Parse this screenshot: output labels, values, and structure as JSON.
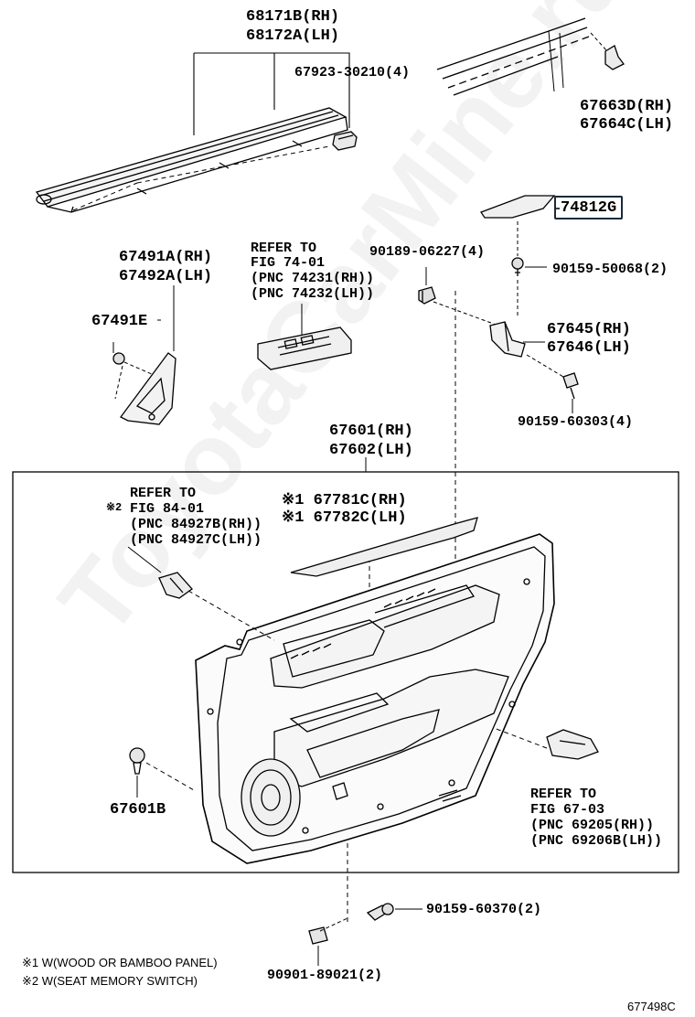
{
  "watermark": "ToyotaCarMine.ru",
  "diagram_id": "677498C",
  "labels": {
    "p68171b": "68171B(RH)",
    "p68172a": "68172A(LH)",
    "p67923": "67923-30210(4)",
    "p67663d": "67663D(RH)",
    "p67664c": "67664C(LH)",
    "p74812g": "74812G",
    "p67491a": "67491A(RH)",
    "p67492a": "67492A(LH)",
    "p67491e": "67491E",
    "ref74_1": "REFER TO",
    "ref74_2": "FIG 74-01",
    "ref74_3": "(PNC 74231(RH))",
    "ref74_4": "(PNC 74232(LH))",
    "p90189": "90189-06227(4)",
    "p90159_50068": "90159-50068(2)",
    "p67645": "67645(RH)",
    "p67646": "67646(LH)",
    "p90159_60303": "90159-60303(4)",
    "p67601": "67601(RH)",
    "p67602": "67602(LH)",
    "ref84_1": "REFER TO",
    "ref84_mark": "※2",
    "ref84_2": "FIG 84-01",
    "ref84_3": "(PNC 84927B(RH))",
    "ref84_4": "(PNC 84927C(LH))",
    "p67781c": "※1 67781C(RH)",
    "p67782c": "※1 67782C(LH)",
    "p67601b": "67601B",
    "ref67_1": "REFER TO",
    "ref67_2": "FIG 67-03",
    "ref67_3": "(PNC 69205(RH))",
    "ref67_4": "(PNC 69206B(LH))",
    "p90159_60370": "90159-60370(2)",
    "p90901": "90901-89021(2)"
  },
  "notes": {
    "note1": "※1 W(WOOD OR BAMBOO PANEL)",
    "note2": "※2 W(SEAT MEMORY SWITCH)"
  },
  "colors": {
    "ink": "#000000",
    "highlight_box": "#1a2a3a"
  }
}
